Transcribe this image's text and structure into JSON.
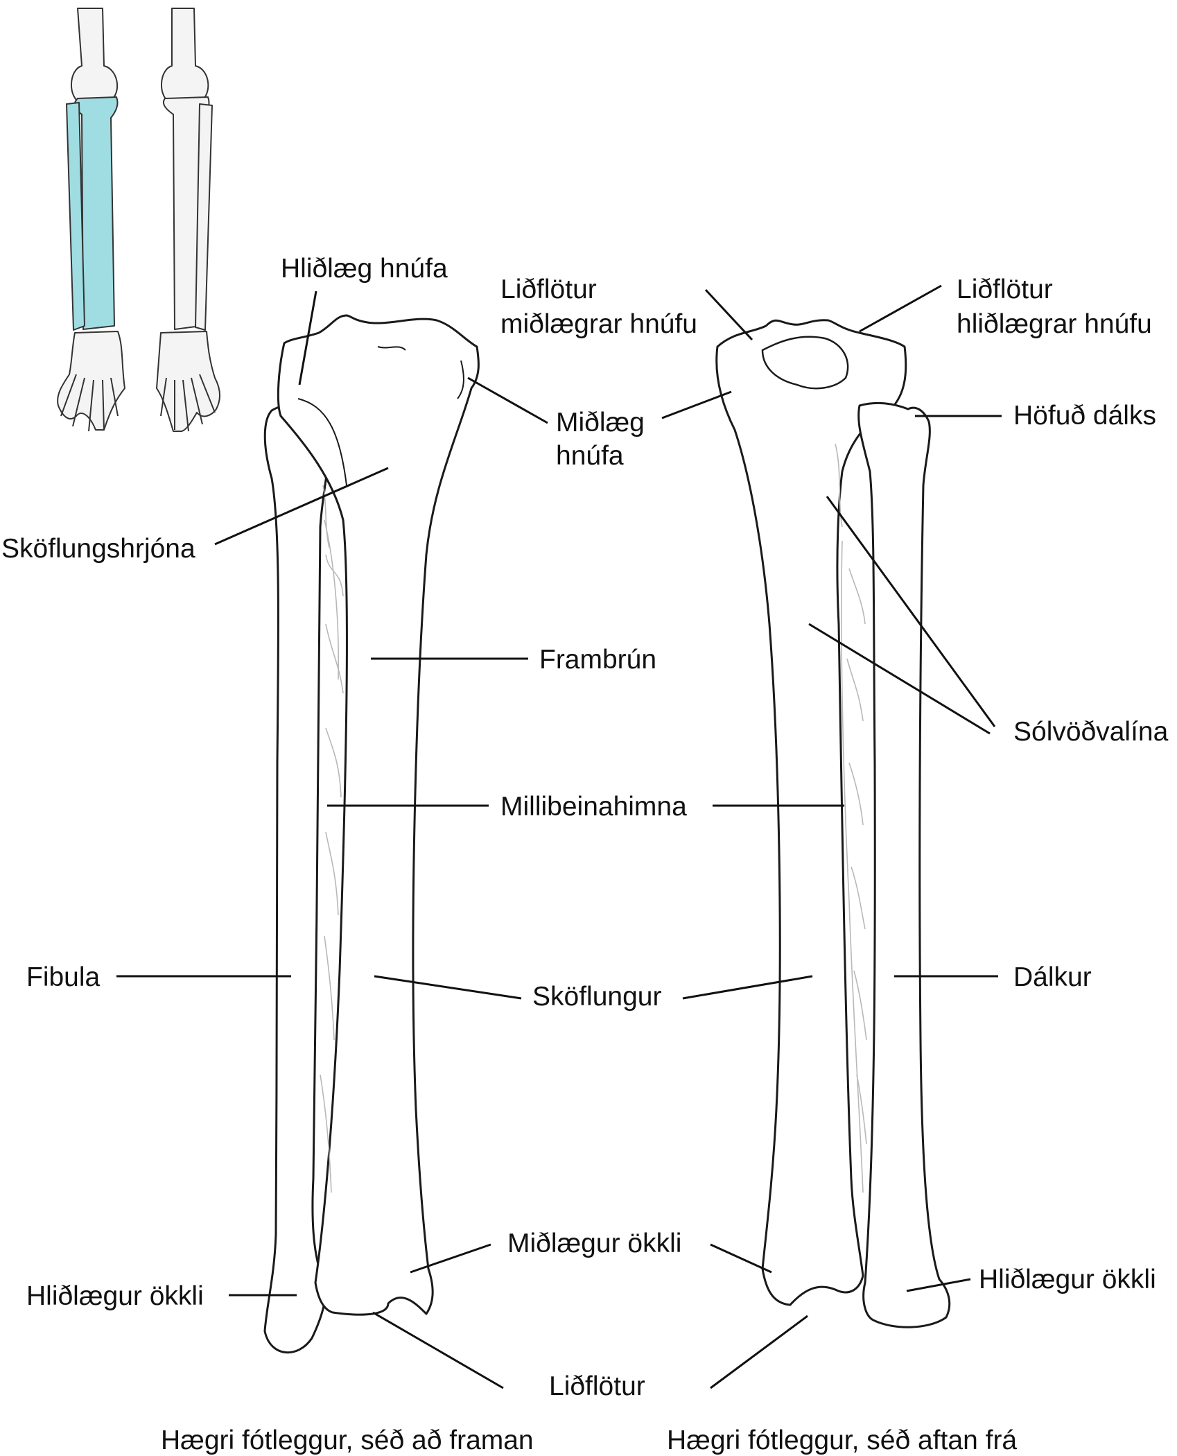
{
  "colors": {
    "highlight": "#9fdde2",
    "thumbnail_bone": "#f4f4f4",
    "line": "#111111"
  },
  "labels": {
    "lateral_condyle": "Hliðlæg hnúfa",
    "medial_condyle": [
      "Miðlæg",
      "hnúfa"
    ],
    "tibial_tuberosity": "Sköflungshrjóna",
    "anterior_border": "Frambrún",
    "interosseous_membrane": "Millibeinahimna",
    "fibula_front": "Fibula",
    "tibia": "Sköflungur",
    "medial_malleolus": "Miðlægur ökkli",
    "lateral_malleolus_front": "Hliðlægur ökkli",
    "articular_surface": "Liðflötur",
    "medial_condyle_surface": [
      "Liðflötur",
      "miðlægrar hnúfu"
    ],
    "lateral_condyle_surface": [
      "Liðflötur",
      "hliðlægrar hnúfu"
    ],
    "fibula_head": "Höfuð dálks",
    "soleal_line": "Sólvöðvalína",
    "fibula_back": "Dálkur",
    "lateral_malleolus_back": "Hliðlægur ökkli"
  },
  "captions": {
    "front": "Hægri fótleggur, séð að framan",
    "back": "Hægri fótleggur, séð aftan frá"
  }
}
